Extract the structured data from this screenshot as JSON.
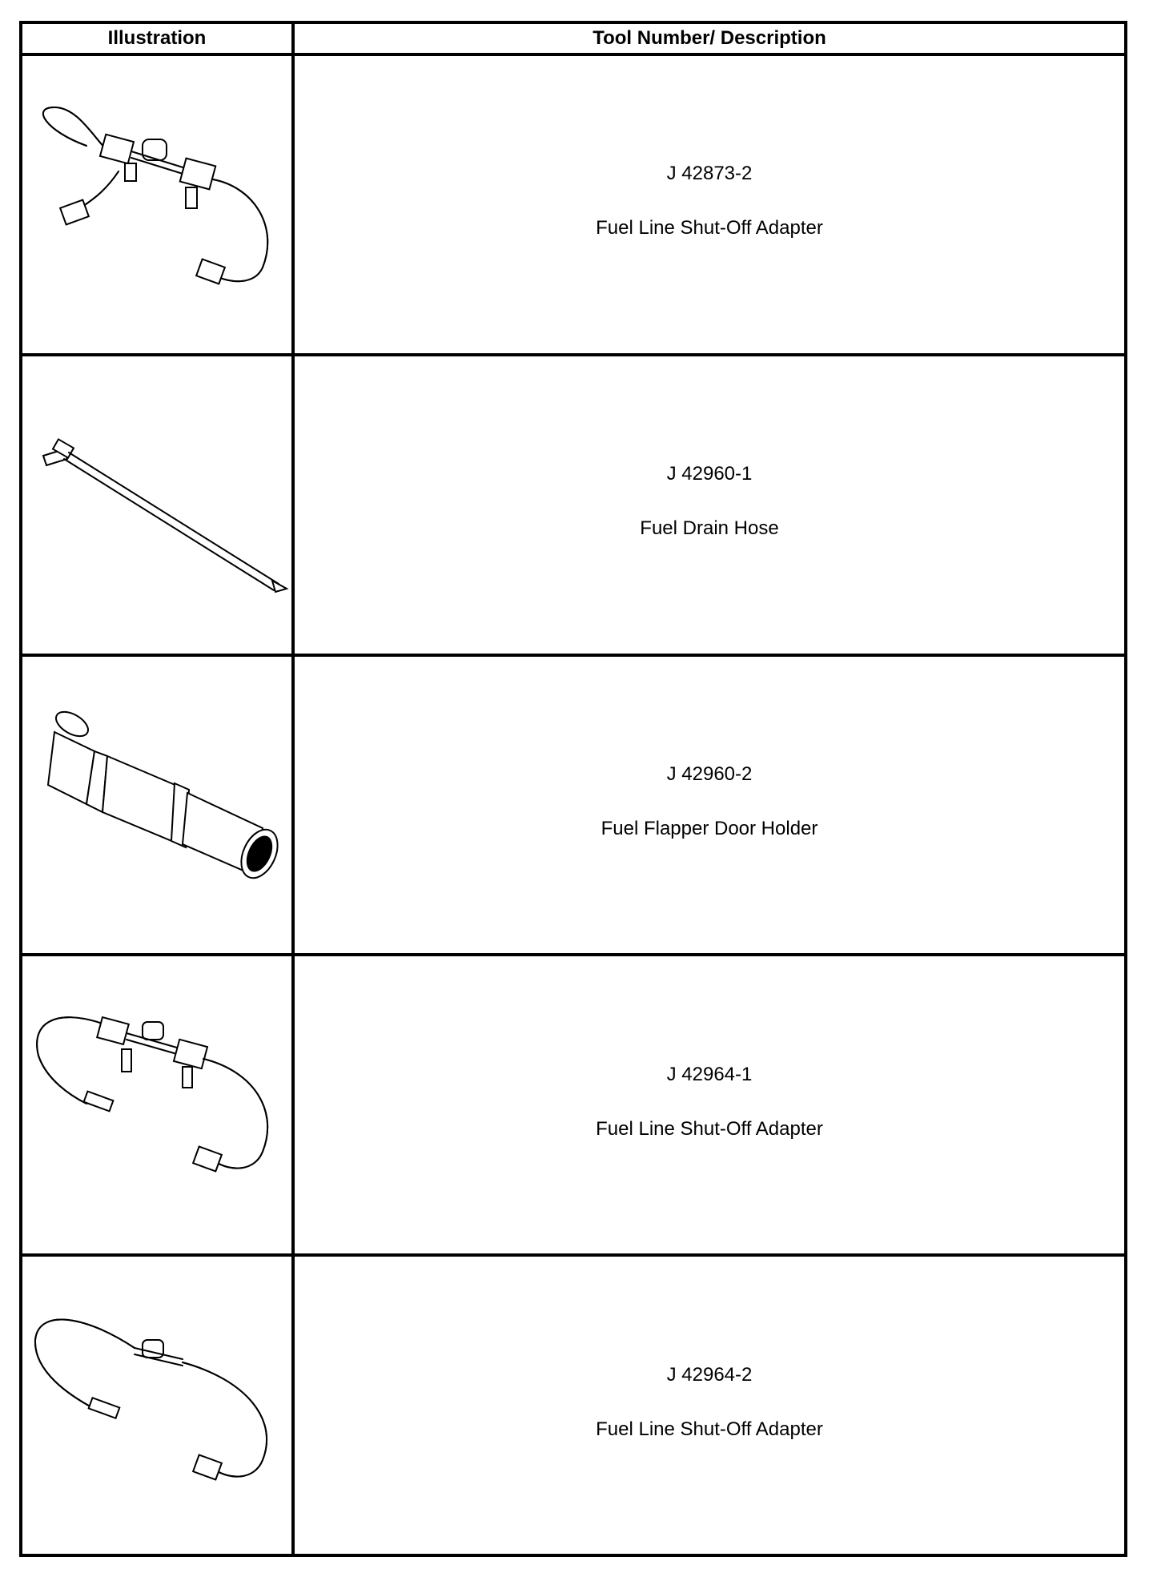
{
  "table": {
    "headers": [
      "Illustration",
      "Tool Number/ Description"
    ],
    "rows": [
      {
        "tool_number": "J 42873-2",
        "description": "Fuel Line Shut-Off Adapter",
        "illustration": "fuel-line-shut-off-adapter-icon"
      },
      {
        "tool_number": "J 42960-1",
        "description": "Fuel Drain Hose",
        "illustration": "fuel-drain-hose-icon"
      },
      {
        "tool_number": "J 42960-2",
        "description": "Fuel Flapper Door Holder",
        "illustration": "fuel-flapper-door-holder-icon"
      },
      {
        "tool_number": "J 42964-1",
        "description": "Fuel Line Shut-Off Adapter",
        "illustration": "fuel-line-shut-off-adapter-icon"
      },
      {
        "tool_number": "J 42964-2",
        "description": "Fuel Line Shut-Off Adapter",
        "illustration": "fuel-line-shut-off-adapter-icon"
      }
    ]
  }
}
